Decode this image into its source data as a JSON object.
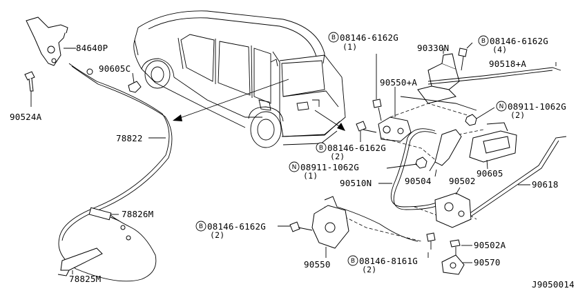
{
  "labels": {
    "p84640P": "84640P",
    "p90524A": "90524A",
    "p90605C": "90605C",
    "p78822": "78822",
    "p78826M": "78826M",
    "p78825M": "78825M",
    "b1_num": "08146-6162G",
    "b1_qty": "(1)",
    "p90330N": "90330N",
    "b2_num": "08146-6162G",
    "b2_qty": "(4)",
    "p90518A": "90518+A",
    "p90550A": "90550+A",
    "n1_num": "08911-1062G",
    "n1_qty": "(2)",
    "b3_num": "08146-6162G",
    "b3_qty": "(2)",
    "n2_num": "08911-1062G",
    "n2_qty": "(1)",
    "p90510N": "90510N",
    "p90504": "90504",
    "p90502": "90502",
    "p90605": "90605",
    "p90618": "90618",
    "b4_num": "08146-6162G",
    "b4_qty": "(2)",
    "p90550": "90550",
    "b5_num": "08146-8161G",
    "b5_qty": "(2)",
    "p90502A": "90502A",
    "p90570": "90570",
    "diagram_id": "J9050014"
  },
  "symbols": {
    "bolt": "B",
    "nut": "N"
  }
}
